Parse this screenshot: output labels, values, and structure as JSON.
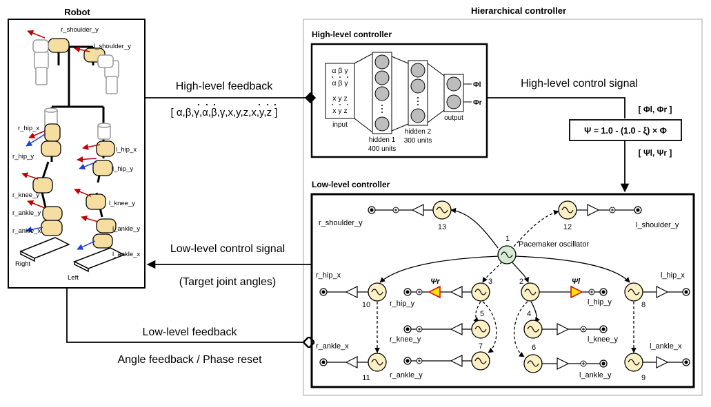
{
  "titles": {
    "robot": "Robot",
    "hierarchical": "Hierarchical controller",
    "high_level": "High-level controller",
    "low_level": "Low-level controller"
  },
  "robot_labels": {
    "r_shoulder_y": "r_shoulder_y",
    "l_shoulder_y": "l_shoulder_y",
    "r_hip_x": "r_hip_x",
    "r_hip_y": "r_hip_y",
    "l_hip_x": "l_hip_x",
    "l_hip_y": "l_hip_y",
    "r_knee_y": "r_knee_y",
    "l_knee_y": "l_knee_y",
    "r_ankle_y": "r_ankle_y",
    "r_ankle_x": "r_ankle_x",
    "l_ankle_y": "l_ankle_y",
    "l_ankle_x": "l_ankle_x",
    "right": "Right",
    "left": "Left"
  },
  "signals": {
    "high_feedback": "High-level feedback",
    "high_feedback_vars": "[ α,β,γ,α,β,γ,x,y,z,x,y,z ]",
    "high_control": "High-level control signal",
    "phi_vec": "[ Φl, Φr ]",
    "psi_formula": "Ψ = 1.0 - (1.0 - ξ) × Φ",
    "psi_vec": "[ Ψl, Ψr ]",
    "low_control": "Low-level control signal",
    "target_angles": "(Target joint angles)",
    "low_feedback": "Low-level feedback",
    "angle_feedback": "Angle feedback / Phase reset"
  },
  "network": {
    "input_rows": [
      "α β γ",
      "α β γ",
      "x y z",
      "x y z"
    ],
    "input_label": "input",
    "hidden1": "hidden 1",
    "hidden1_units": "400 units",
    "hidden2": "hidden 2",
    "hidden2_units": "300 units",
    "output_label": "output",
    "out_l": "Φl",
    "out_r": "Φr"
  },
  "oscillator_numbers": [
    "1",
    "2",
    "3",
    "4",
    "5",
    "6",
    "7",
    "8",
    "9",
    "10",
    "11",
    "12",
    "13"
  ],
  "low_labels": {
    "r_shoulder_y": "r_shoulder_y",
    "l_shoulder_y": "l_shoulder_y",
    "pacemaker": "Pacemaker oscillator",
    "r_hip_x": "r_hip_x",
    "l_hip_x": "l_hip_x",
    "r_hip_y": "r_hip_y",
    "l_hip_y": "l_hip_y",
    "r_knee_y": "r_knee_y",
    "l_knee_y": "l_knee_y",
    "r_ankle_x": "r_ankle_x",
    "l_ankle_x": "l_ankle_x",
    "r_ankle_y": "r_ankle_y",
    "l_ankle_y": "l_ankle_y",
    "psi_r": "Ψr",
    "psi_l": "Ψl"
  },
  "colors": {
    "oscillator_fill": "#fdf0c4",
    "pacemaker_fill": "#d6ecd2",
    "actuator_fill": "#f5dea0",
    "highlight_triangle": "#f7e300",
    "highlight_stroke": "#d40000",
    "arrow_red": "#c00000",
    "arrow_blue": "#1f3fd0",
    "frame_gray": "#b4b4b4"
  }
}
